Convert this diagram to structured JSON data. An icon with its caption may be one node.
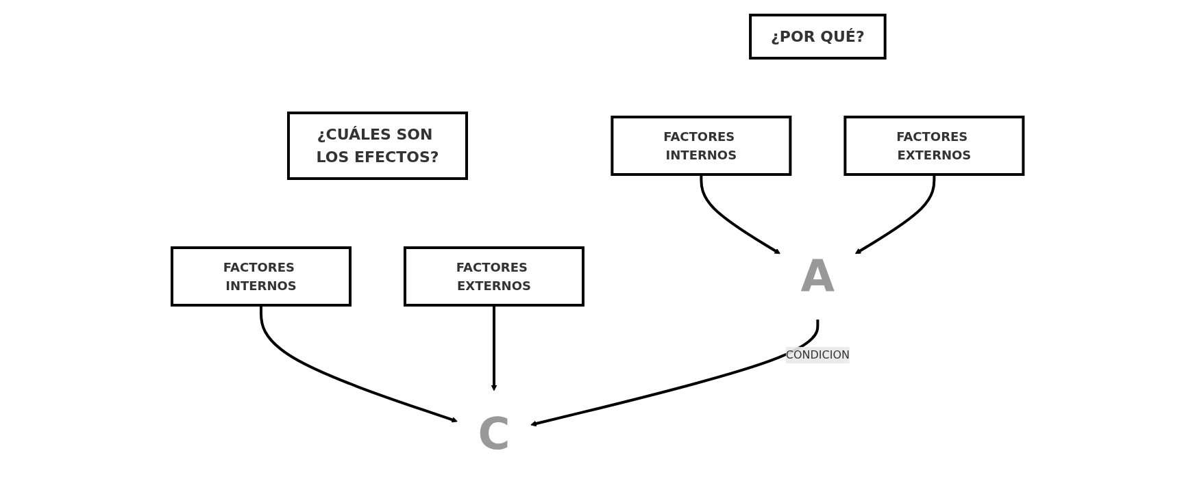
{
  "diagram": {
    "nodes": [
      {
        "text": [
          "¿POR QUÉ?"
        ]
      },
      {
        "text": [
          "FACTORES INTERNOS"
        ]
      },
      {
        "text": [
          "FACTORES EXTERNOS"
        ]
      },
      {
        "text": [
          "A"
        ]
      },
      {
        "text": [
          "¿CUÁLES SON LOS EFECTOS?"
        ]
      },
      {
        "text": [
          "FACTORES INTERNOS"
        ]
      },
      {
        "text": [
          "FACTORES EXTERNOS"
        ]
      },
      {
        "text": [
          "C"
        ]
      }
    ],
    "edges": [
      {
        "from": 1,
        "to": 3,
        "arrow": "to"
      },
      {
        "from": 2,
        "to": 3,
        "arrow": "to"
      },
      {
        "from": 5,
        "to": 7,
        "arrow": "to"
      },
      {
        "from": 6,
        "to": 7,
        "arrow": "to"
      },
      {
        "from": 3,
        "to": 7,
        "arrow": "to",
        "label": "CONDICION"
      }
    ]
  }
}
